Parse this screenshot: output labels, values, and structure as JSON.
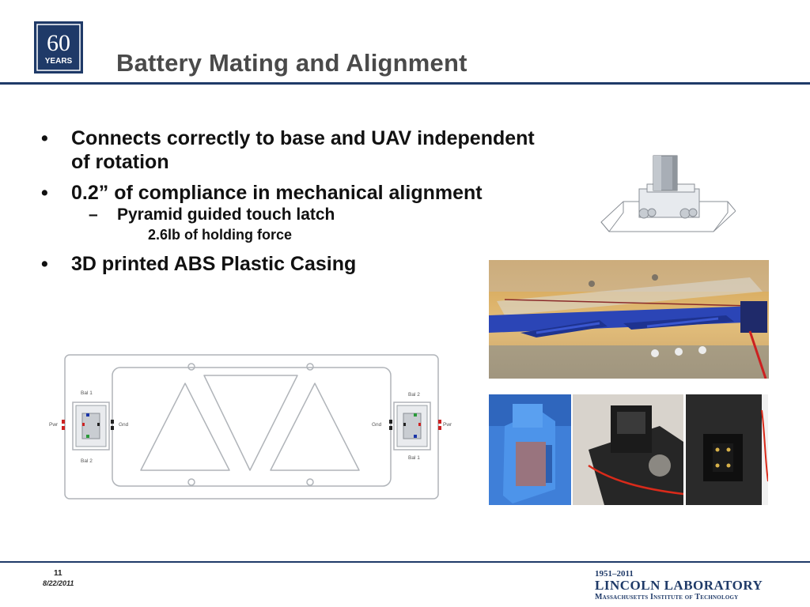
{
  "logo": {
    "number": "60",
    "label": "YEARS"
  },
  "title": "Battery Mating and Alignment",
  "bullets": [
    {
      "text": "Connects correctly to base and UAV independent of rotation"
    },
    {
      "text": "0.2” of compliance in mechanical alignment"
    },
    {
      "text": "Pyramid guided touch latch"
    },
    {
      "text": "2.6lb of holding force"
    },
    {
      "text": "3D printed ABS Plastic Casing"
    }
  ],
  "schematic": {
    "left": {
      "pwr": "Pwr",
      "gnd": "Gnd",
      "bal_top": "Bal 1",
      "bal_bottom": "Bal 2"
    },
    "right": {
      "pwr": "Pwr",
      "gnd": "Gnd",
      "bal_top": "Bal 2",
      "bal_bottom": "Bal 1"
    }
  },
  "footer": {
    "page_number": "11",
    "date": "8/22/2011",
    "years": "1951–2011",
    "lab_name": "LINCOLN LABORATORY",
    "institute": "Massachusetts Institute of Technology"
  },
  "colors": {
    "accent": "#1f3a68",
    "title": "#4a4a4a"
  }
}
